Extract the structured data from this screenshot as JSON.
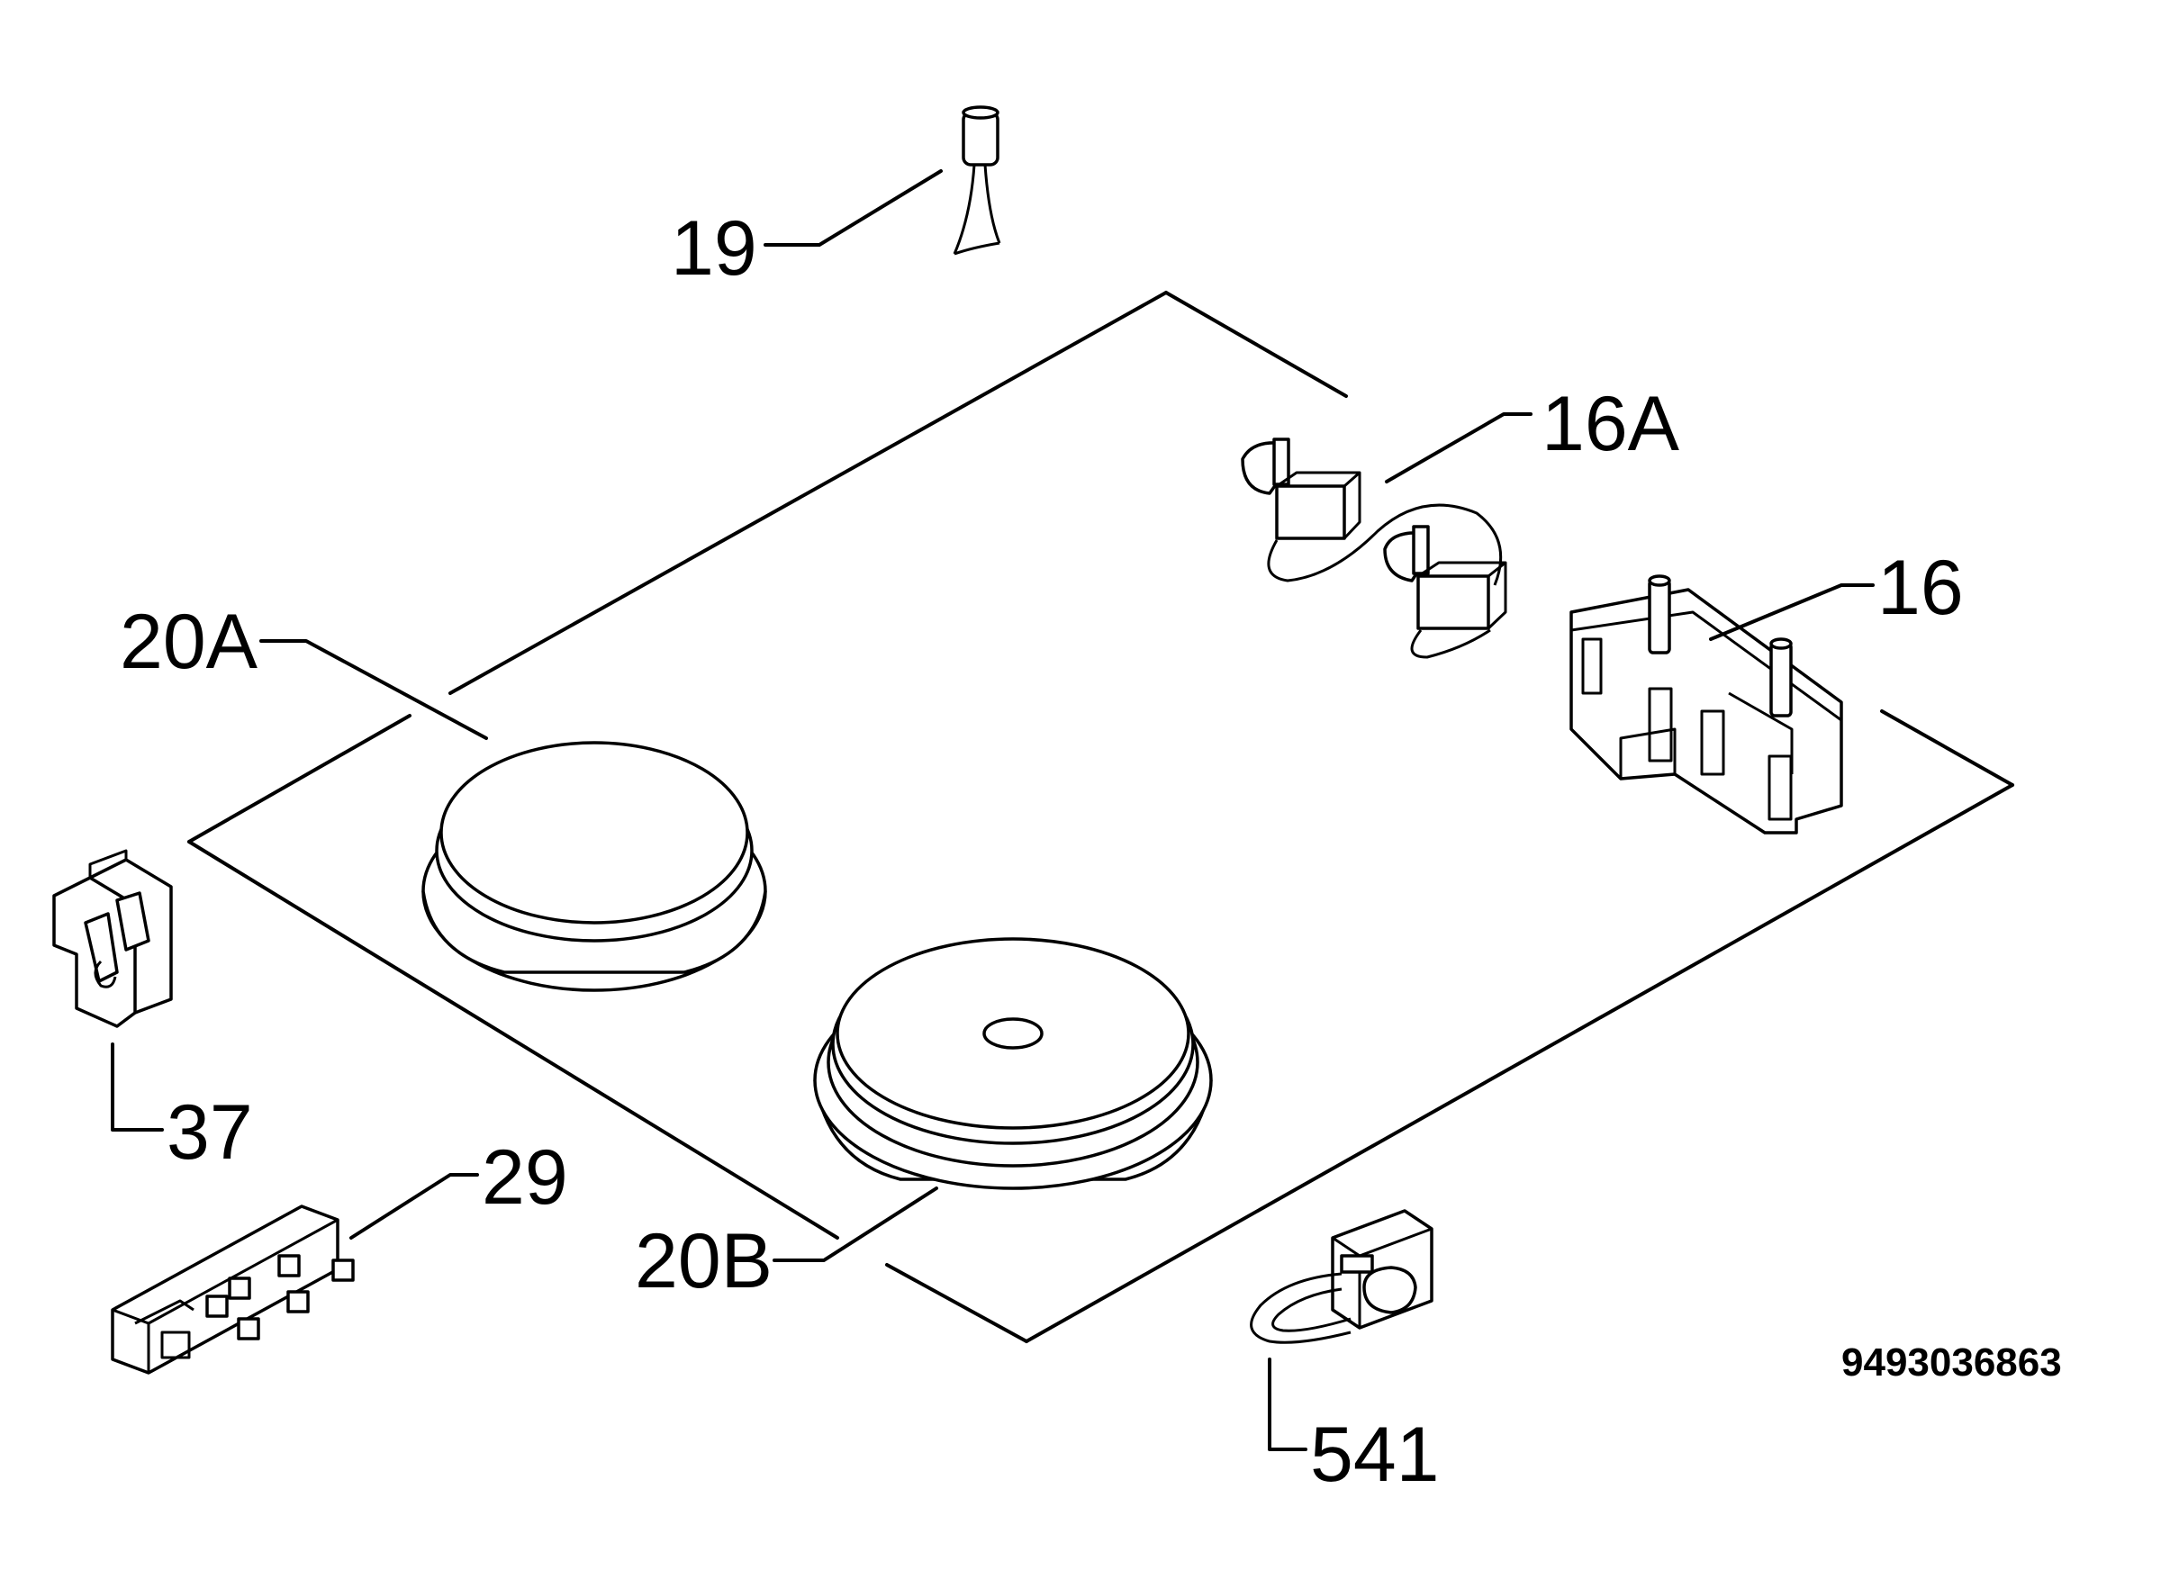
{
  "labels": {
    "p19": "19",
    "p16a": "16A",
    "p16": "16",
    "p20a": "20A",
    "p20b": "20B",
    "p37": "37",
    "p29": "29",
    "p541": "541"
  },
  "diagram_code": "9493036863",
  "colors": {
    "line": "#000000",
    "background": "#ffffff"
  }
}
